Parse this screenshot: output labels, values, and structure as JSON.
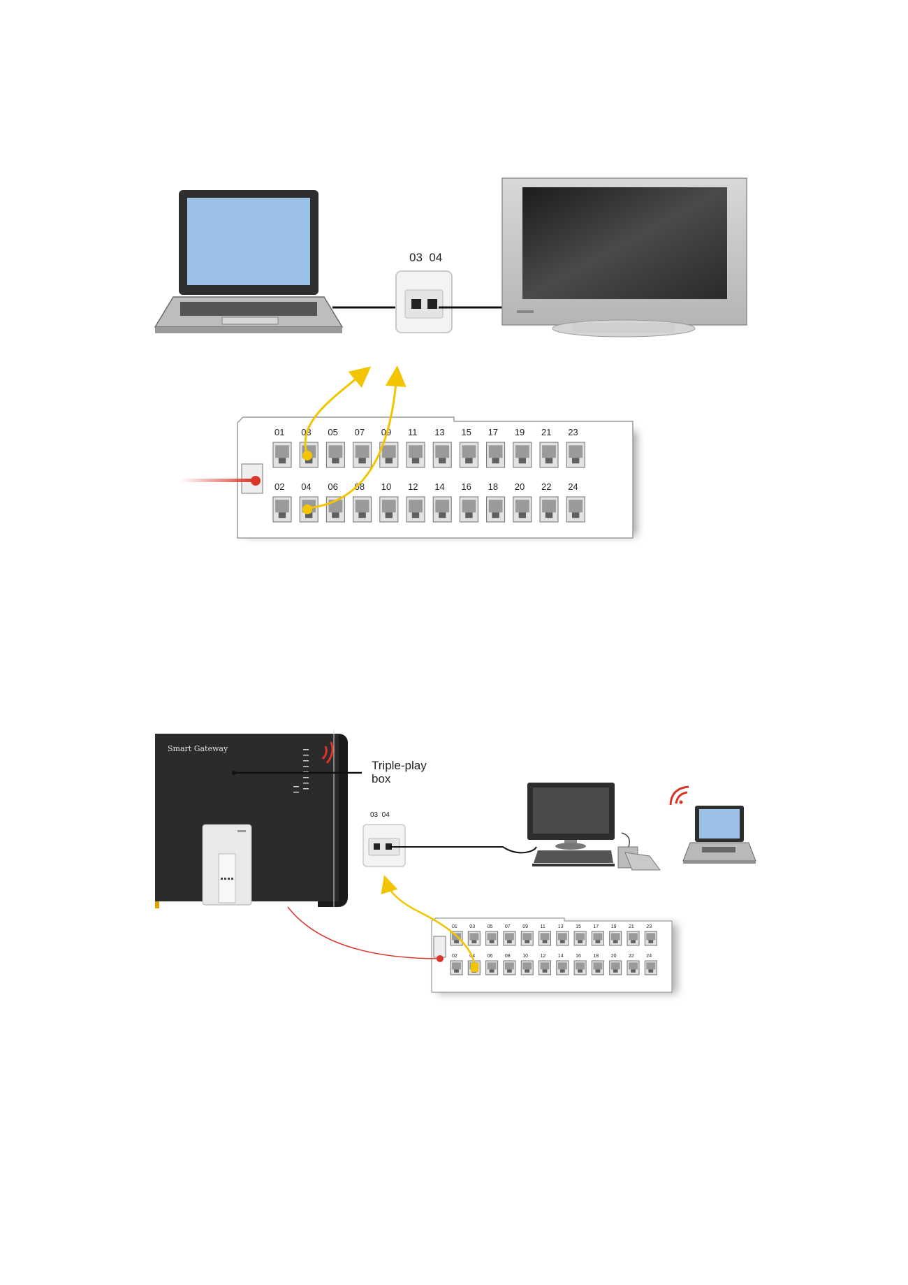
{
  "diagram1": {
    "outlet_label": "03  04",
    "panel_top_ports": [
      "01",
      "03",
      "05",
      "07",
      "09",
      "11",
      "13",
      "15",
      "17",
      "19",
      "21",
      "23"
    ],
    "panel_bottom_ports": [
      "02",
      "04",
      "06",
      "08",
      "10",
      "12",
      "14",
      "16",
      "18",
      "20",
      "22",
      "24"
    ]
  },
  "diagram2": {
    "gateway_label": "Smart Gateway",
    "callout_line1": "Triple-play",
    "callout_line2": "box",
    "outlet_label": "03  04",
    "panel_top_ports": [
      "01",
      "03",
      "05",
      "07",
      "09",
      "11",
      "13",
      "15",
      "17",
      "19",
      "21",
      "23"
    ],
    "panel_bottom_ports": [
      "02",
      "04",
      "06",
      "08",
      "10",
      "12",
      "14",
      "16",
      "18",
      "20",
      "22",
      "24"
    ]
  },
  "colors": {
    "link_arrow": "#f2c500",
    "feed_line": "#d9352b",
    "gateway_body": "#2b2b2b"
  }
}
